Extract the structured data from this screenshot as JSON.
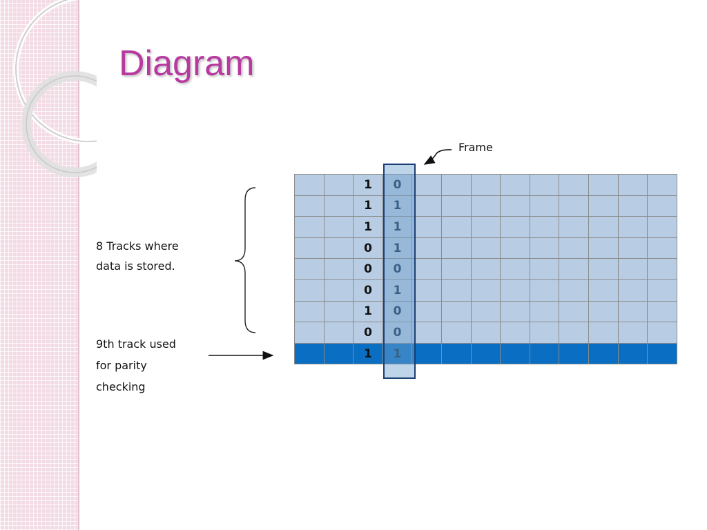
{
  "slide": {
    "title": "Diagram"
  },
  "labels": {
    "frame": "Frame",
    "tracks_line1": "8 Tracks where",
    "tracks_line2": "data is stored.",
    "parity_line1": "9th track used",
    "parity_line2": "for parity",
    "parity_line3": "checking"
  },
  "grid": {
    "columns": 13,
    "rows": 9,
    "bit_column_a": [
      1,
      1,
      1,
      0,
      0,
      0,
      1,
      0,
      1
    ],
    "bit_column_b": [
      0,
      1,
      1,
      1,
      0,
      1,
      0,
      0,
      1
    ]
  },
  "colors": {
    "title": "#b83aa0",
    "track_fill": "#b8cde4",
    "parity_fill": "#0a6fc2",
    "frame_border": "#1a3f73",
    "side_band": "#f3dbe5"
  }
}
